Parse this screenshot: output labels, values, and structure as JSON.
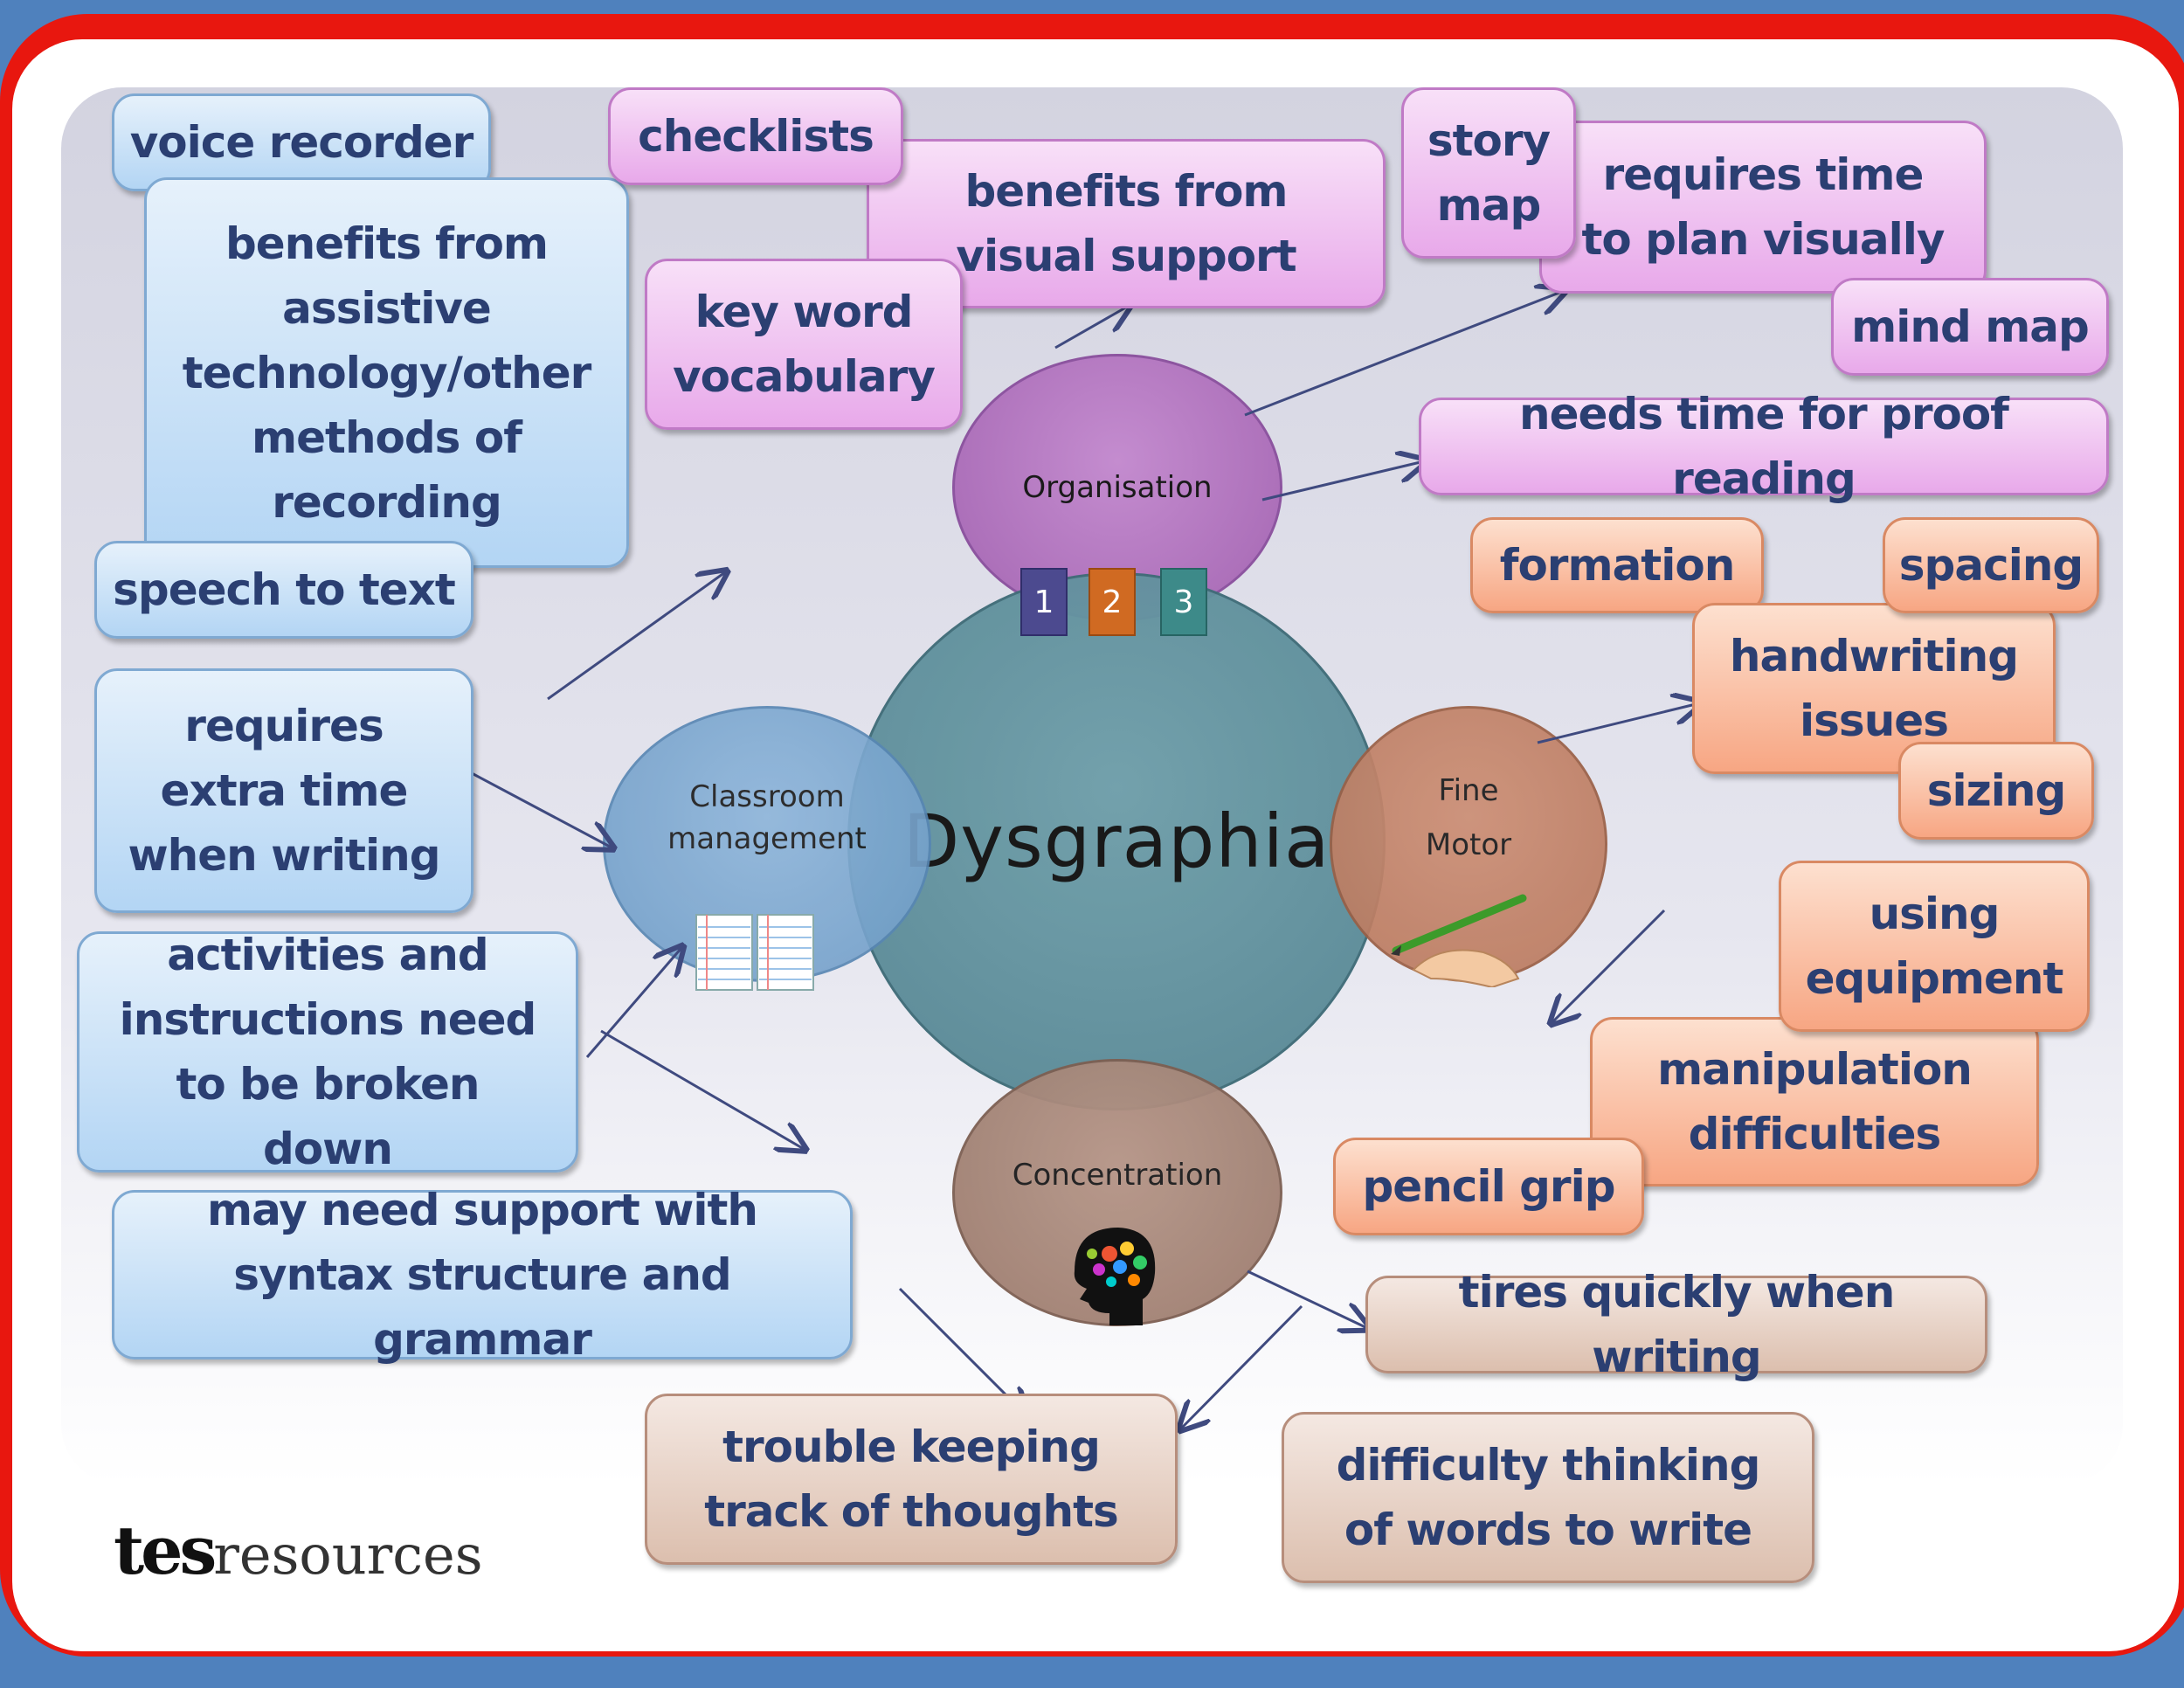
{
  "center": {
    "title": "Dysgraphia"
  },
  "nodes": {
    "organisation": "Organisation",
    "classroom_line1": "Classroom",
    "classroom_line2": "management",
    "fine_line1": "Fine",
    "fine_line2": "Motor",
    "concentration": "Concentration"
  },
  "steps": [
    "1",
    "2",
    "3"
  ],
  "boxes": {
    "voice_recorder": "voice recorder",
    "assistive": "benefits from assistive technology/other methods of recording",
    "speech_to_text": "speech to text",
    "extra_time": "requires extra time when writing",
    "broken_down": "activities and instructions need to be broken down",
    "syntax": "may need support with syntax structure and grammar",
    "checklists": "checklists",
    "visual_support": "benefits from visual support",
    "key_word": "key word vocabulary",
    "story_map": "story map",
    "plan_visually": "requires time to plan visually",
    "mind_map": "mind map",
    "proof_reading": "needs time for proof reading",
    "formation": "formation",
    "spacing": "spacing",
    "handwriting": "handwriting issues",
    "sizing": "sizing",
    "equipment": "using equipment",
    "manipulation": "manipulation difficulties",
    "pencil_grip": "pencil grip",
    "tires": "tires quickly when writing",
    "track_thoughts": "trouble keeping track of thoughts",
    "thinking_words": "difficulty thinking of words to write"
  },
  "logo": {
    "tes": "tes",
    "resources": "resources"
  },
  "colors": {
    "frame_red": "#e8170f",
    "outer_blue": "#4f81bd",
    "text_navy": "#2b3f72",
    "center_teal": "#5f8d99",
    "organisation_purple": "#a466b2",
    "classroom_blue": "#6d9bc6",
    "fine_motor_brown": "#b8775c",
    "concentration_brown": "#9a7a6c"
  }
}
